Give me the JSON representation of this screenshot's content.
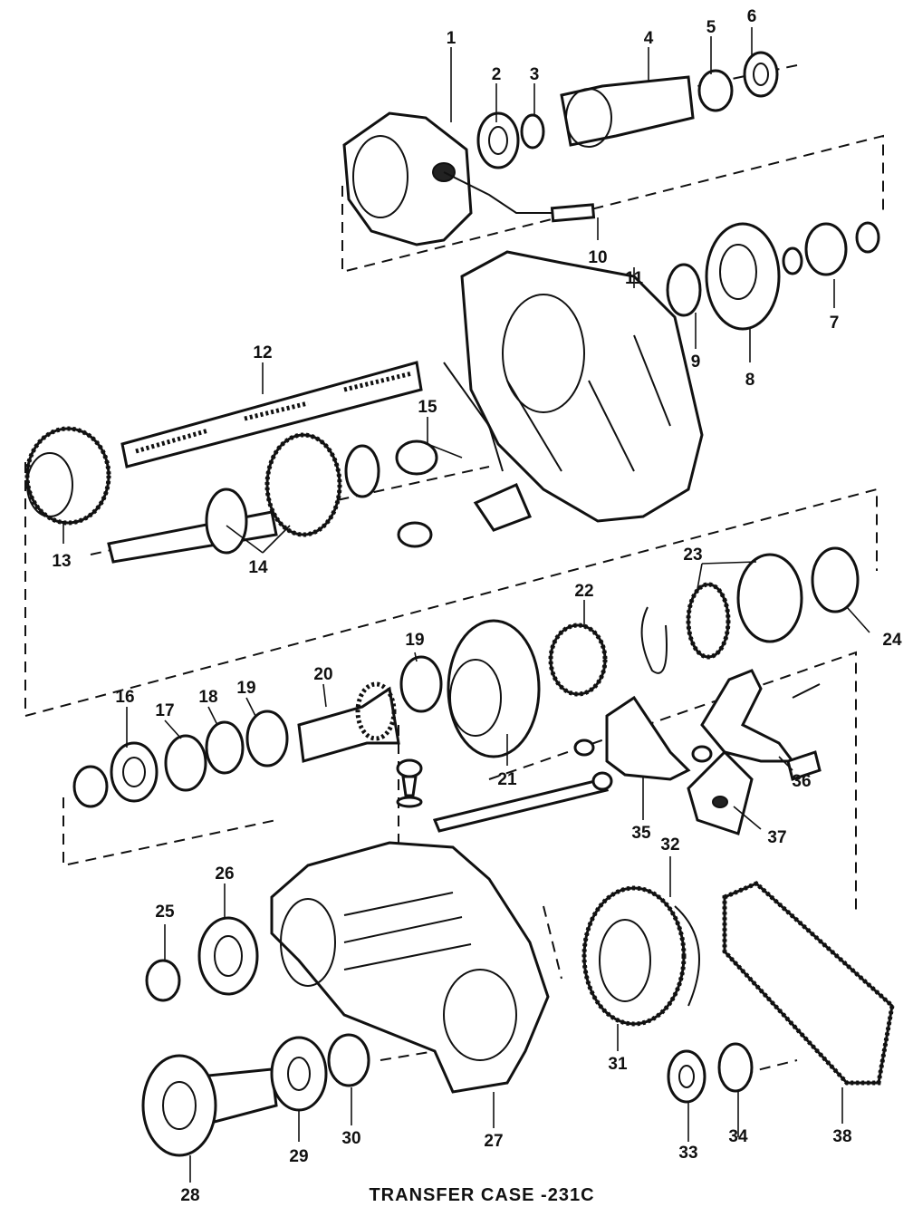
{
  "caption": "TRANSFER CASE  -231C",
  "callouts": {
    "n1": "1",
    "n2": "2",
    "n3": "3",
    "n4": "4",
    "n5": "5",
    "n6": "6",
    "n7": "7",
    "n8": "8",
    "n9": "9",
    "n10": "10",
    "n11": "11",
    "n12": "12",
    "n13": "13",
    "n14": "14",
    "n15": "15",
    "n16": "16",
    "n17": "17",
    "n18": "18",
    "n19a": "19",
    "n19b": "19",
    "n20": "20",
    "n21": "21",
    "n22": "22",
    "n23": "23",
    "n24": "24",
    "n25": "25",
    "n26": "26",
    "n27": "27",
    "n28": "28",
    "n29": "29",
    "n30": "30",
    "n31": "31",
    "n32": "32",
    "n33": "33",
    "n34": "34",
    "n35": "35",
    "n36": "36",
    "n37": "37",
    "n38": "38"
  }
}
